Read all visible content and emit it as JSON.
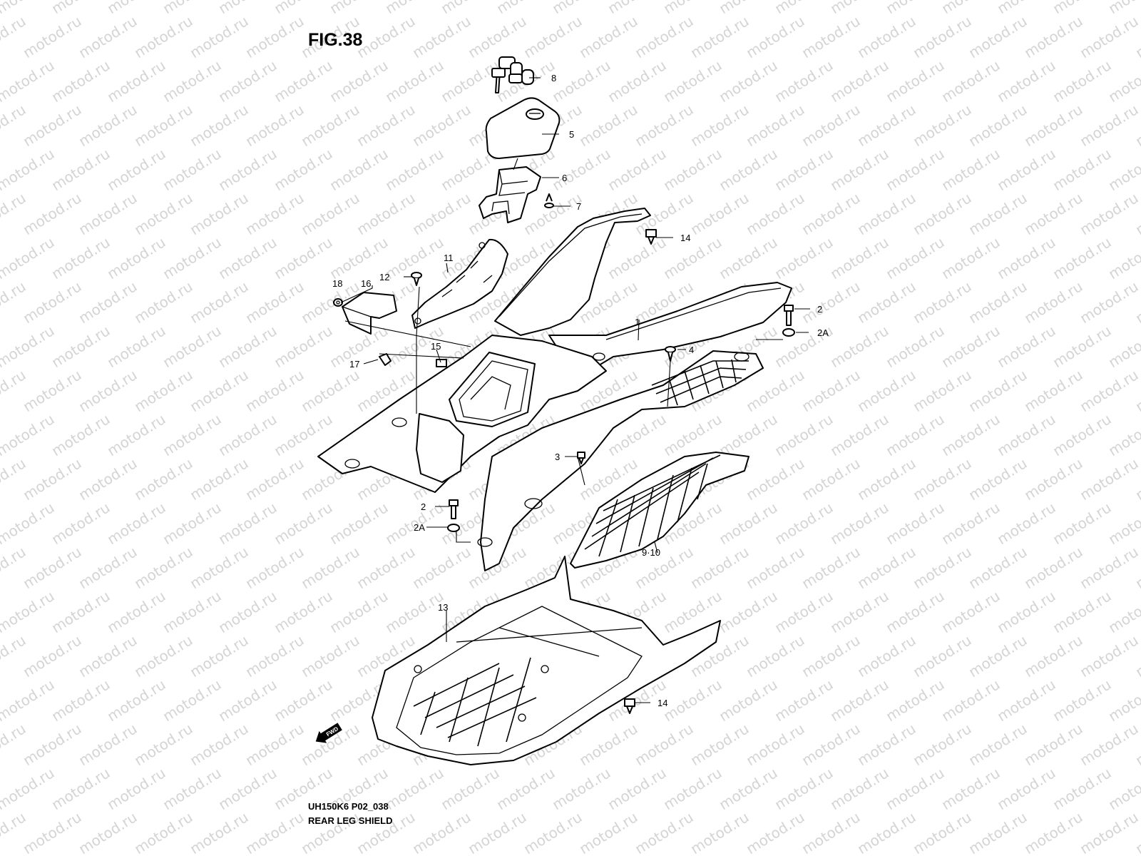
{
  "figure_label": "FIG.38",
  "footer": {
    "code": "UH150K6 P02_038",
    "caption": "REAR LEG SHIELD"
  },
  "watermark": "motod.ru",
  "fwd_badge": "FWD",
  "callouts": {
    "c1": "1",
    "c2a": "2",
    "c2aa": "2A",
    "c2b": "2",
    "c2ab": "2A",
    "c3": "3",
    "c4": "4",
    "c5": "5",
    "c6": "6",
    "c7": "7",
    "c8": "8",
    "c910": "9·10",
    "c11": "11",
    "c12": "12",
    "c13": "13",
    "c14a": "14",
    "c14b": "14",
    "c15": "15",
    "c16": "16",
    "c17": "17",
    "c18": "18"
  },
  "colors": {
    "line": "#000000",
    "watermark": "#d4d4d4",
    "background": "#ffffff"
  }
}
